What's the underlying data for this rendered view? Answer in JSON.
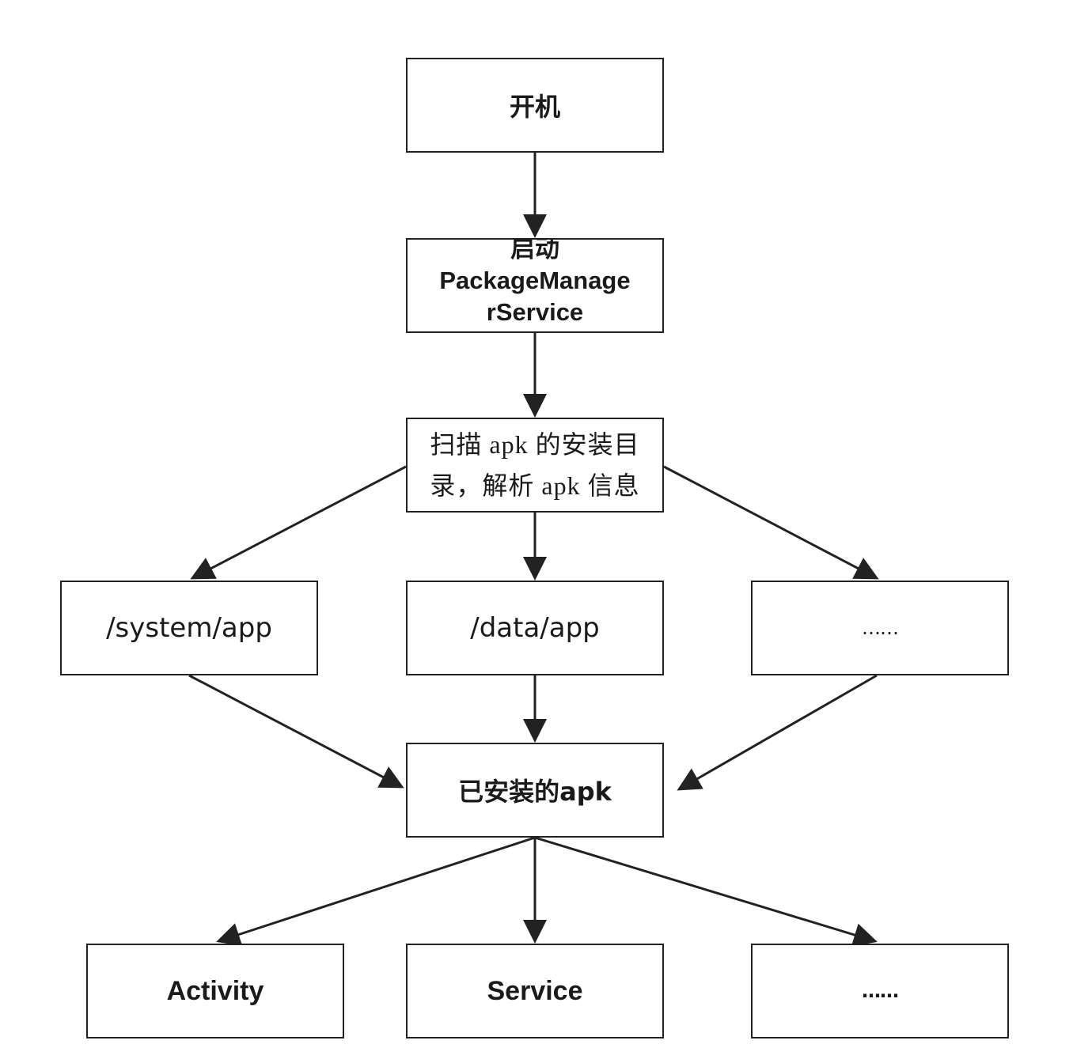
{
  "nodes": {
    "boot": "开机",
    "start_pms": "启动\nPackageManage\nrService",
    "scan": "扫描 apk 的安装目\n录，解析 apk 信息",
    "system_app": "/system/app",
    "data_app": "/data/app",
    "other_dir": "……",
    "installed_apk": "已安装的apk",
    "activity": "Activity",
    "service": "Service",
    "other_component": "……"
  },
  "colors": {
    "stroke": "#222222",
    "background": "#ffffff"
  }
}
